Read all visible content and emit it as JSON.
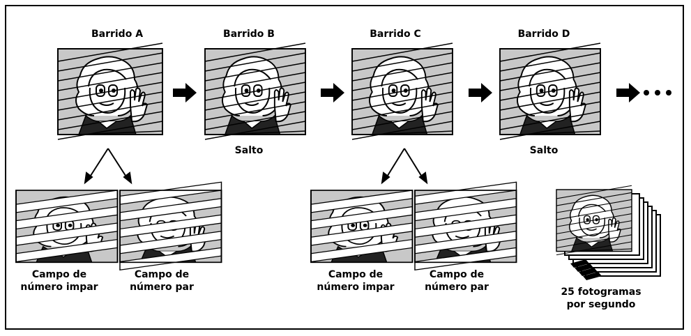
{
  "sweeps": [
    {
      "label": "Barrido A",
      "below": ""
    },
    {
      "label": "Barrido B",
      "below": "Salto"
    },
    {
      "label": "Barrido C",
      "below": ""
    },
    {
      "label": "Barrido D",
      "below": "Salto"
    }
  ],
  "fields": {
    "odd": {
      "line1": "Campo de",
      "line2": "número impar"
    },
    "even": {
      "line1": "Campo de",
      "line2": "número par"
    }
  },
  "frames_caption": {
    "line1": "25 fotogramas",
    "line2": "por segundo"
  },
  "continuation_symbol": "•••",
  "colors": {
    "screen_fill": "#c8c8c8",
    "line": "#000000",
    "background": "#ffffff"
  }
}
